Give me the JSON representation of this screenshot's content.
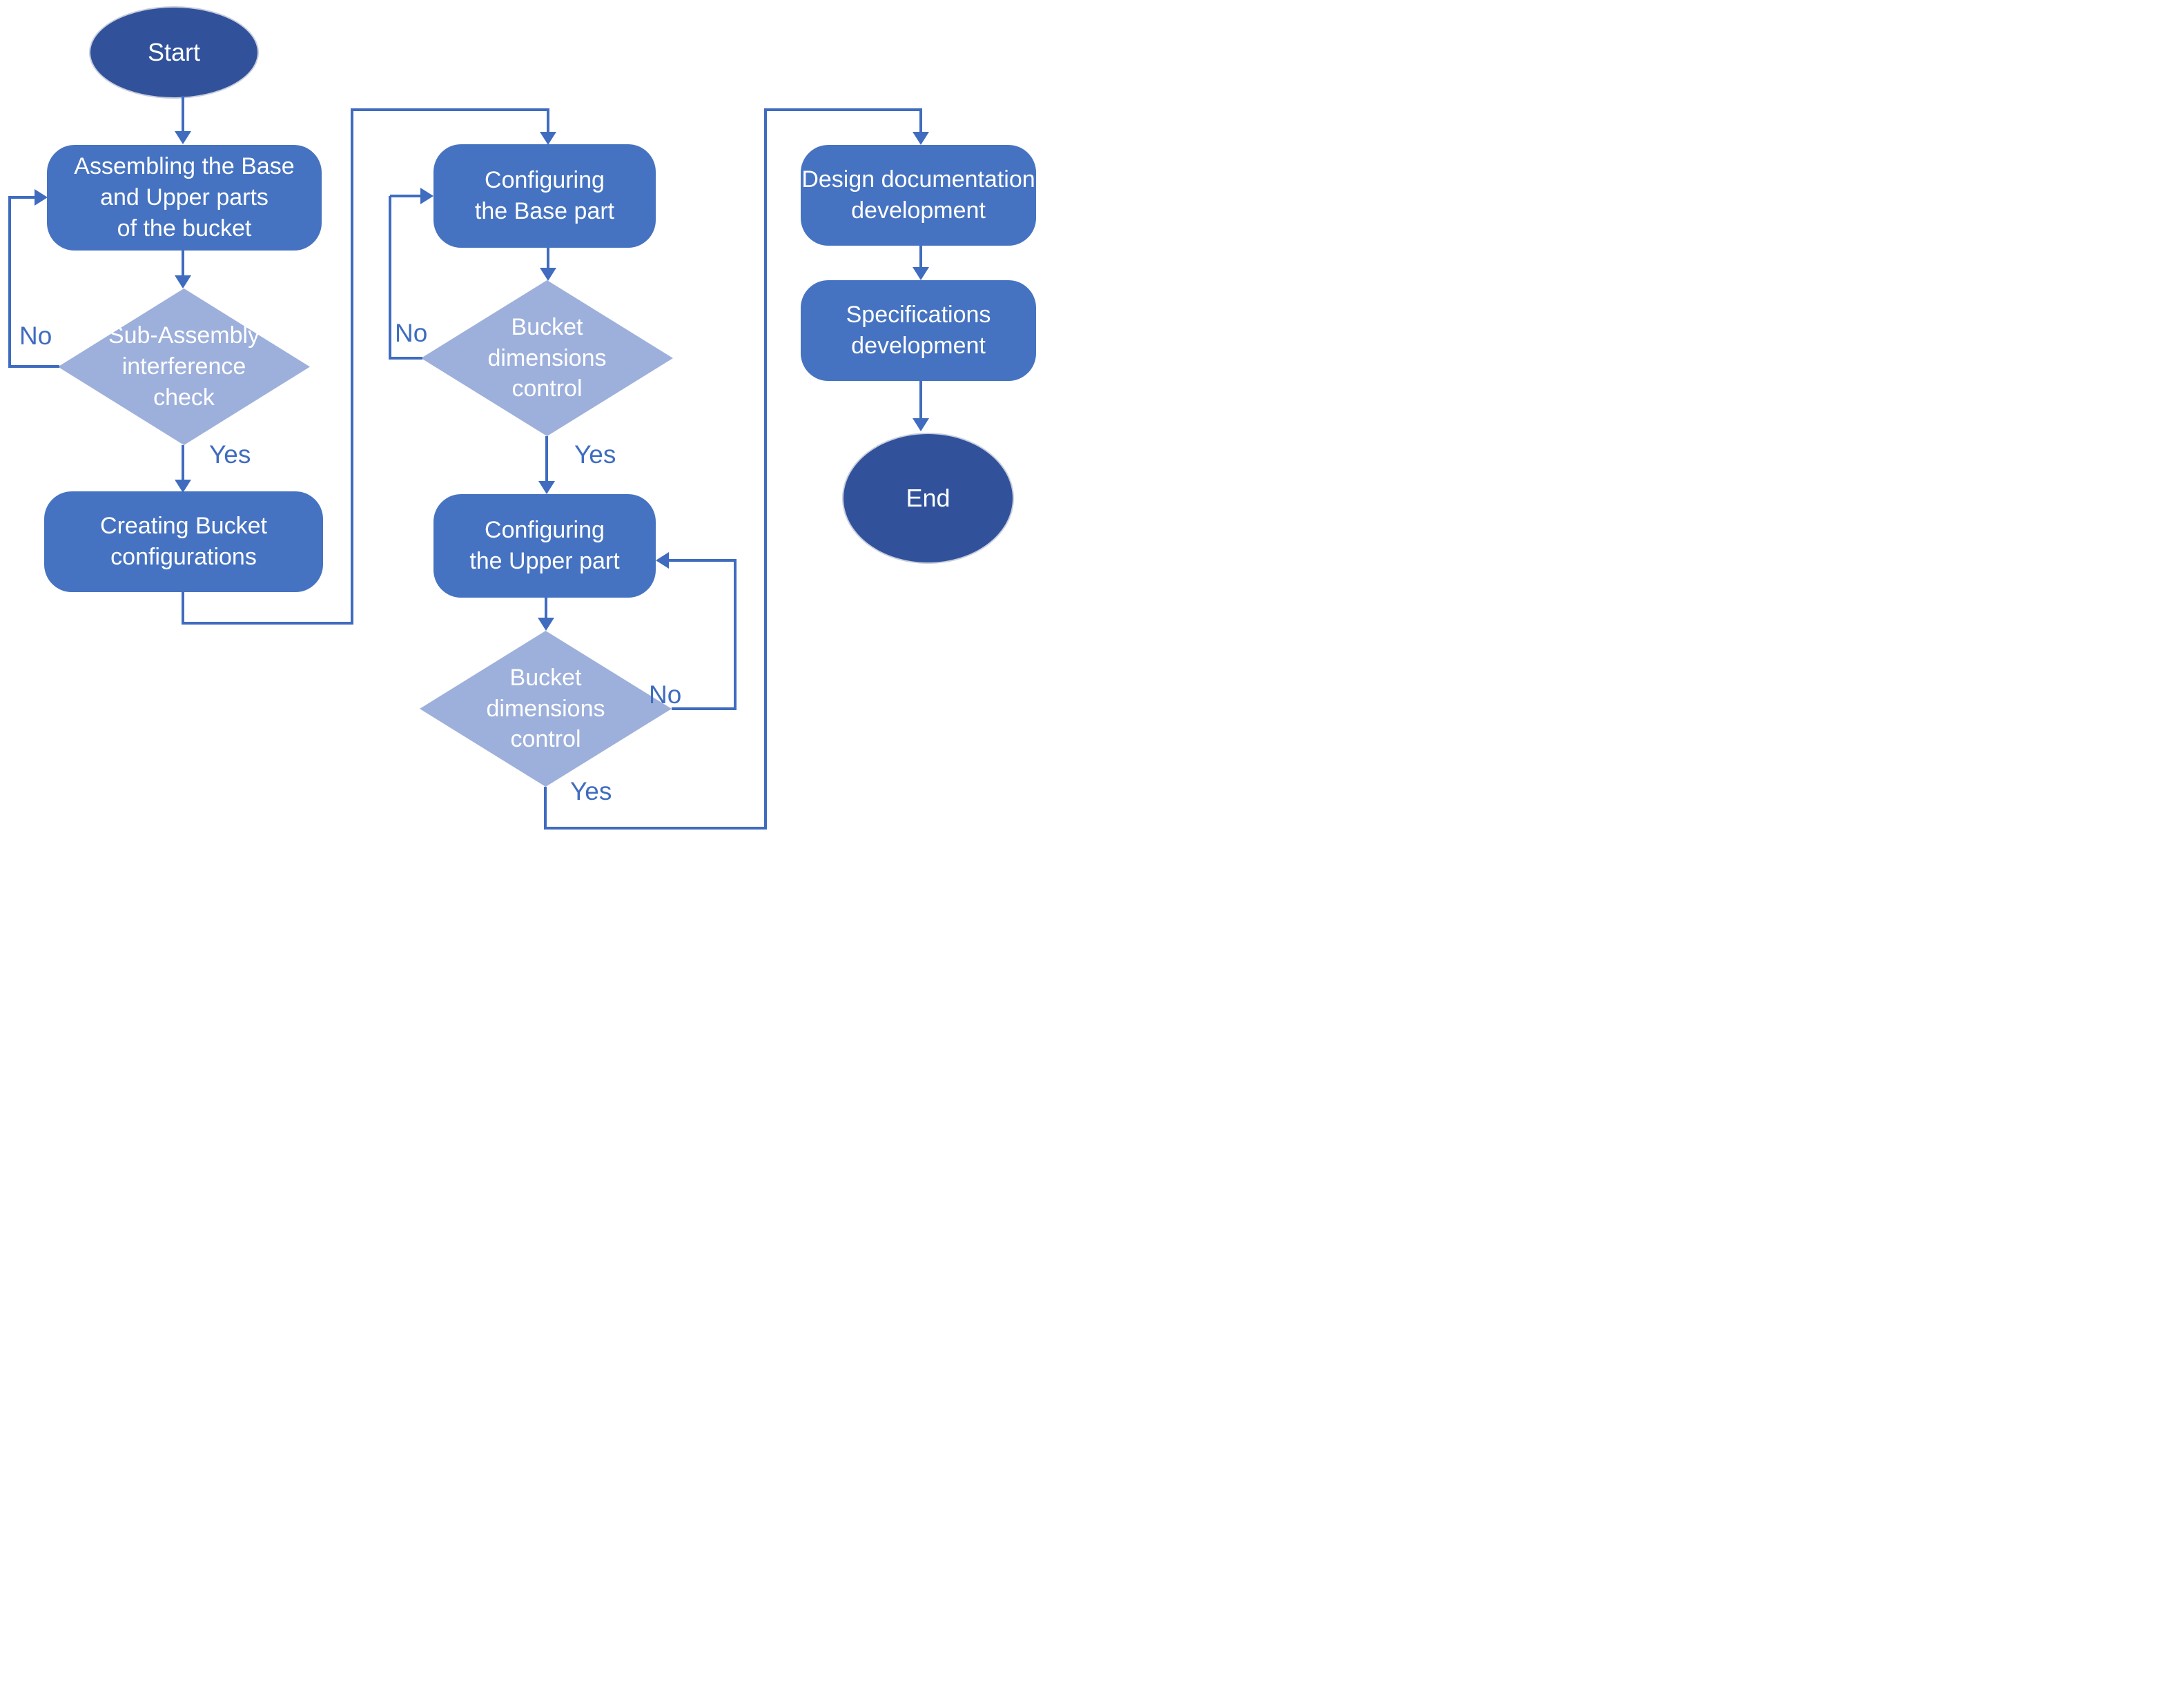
{
  "flowchart": {
    "nodes": {
      "start": {
        "label": "Start"
      },
      "assembling": {
        "label": "Assembling the Base\nand Upper parts\nof the bucket"
      },
      "interference_check": {
        "label": "Sub-Assembly\ninterference\ncheck"
      },
      "creating_configurations": {
        "label": "Creating Bucket\nconfigurations"
      },
      "configuring_base": {
        "label": "Configuring\nthe Base part"
      },
      "dimensions_control_base": {
        "label": "Bucket\ndimensions\ncontrol"
      },
      "configuring_upper": {
        "label": "Configuring\nthe Upper part"
      },
      "dimensions_control_upper": {
        "label": "Bucket\ndimensions\ncontrol"
      },
      "design_documentation": {
        "label": "Design documentation\ndevelopment"
      },
      "specifications": {
        "label": "Specifications\ndevelopment"
      },
      "end": {
        "label": "End"
      }
    },
    "edge_labels": {
      "no_interference": "No",
      "yes_interference": "Yes",
      "no_base": "No",
      "yes_base": "Yes",
      "no_upper": "No",
      "yes_upper": "Yes"
    },
    "colors": {
      "terminator_fill": "#31529B",
      "process_fill": "#4673C1",
      "decision_fill": "#9DB0DC",
      "connector": "#3F6CBF",
      "edge_label_text": "#3F6CBF",
      "node_text": "#FFFFFF"
    }
  }
}
